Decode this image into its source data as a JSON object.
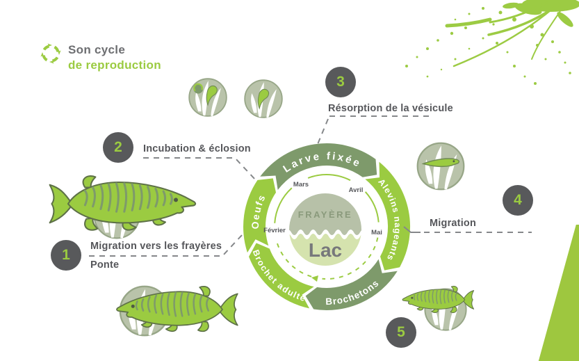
{
  "title": {
    "line1": "Son cycle",
    "line2": "de reproduction"
  },
  "cycle": {
    "segments": [
      {
        "label": "Oeufs"
      },
      {
        "label": "Larve fixée"
      },
      {
        "label": "Alevins nageants"
      },
      {
        "label": "Brochetons"
      },
      {
        "label": "Brochet adulte"
      }
    ],
    "months": [
      {
        "label": "Mars"
      },
      {
        "label": "Avril"
      },
      {
        "label": "Mai"
      },
      {
        "label": "Février"
      }
    ],
    "center": {
      "top_label": "FRAYÈRE",
      "bottom_label": "Lac"
    }
  },
  "steps": [
    {
      "number": "1",
      "label1": "Migration vers les frayères",
      "label2": "Ponte"
    },
    {
      "number": "2",
      "label1": "Incubation & éclosion"
    },
    {
      "number": "3",
      "label1": "Résorption de la vésicule"
    },
    {
      "number": "4",
      "label1": "Migration"
    },
    {
      "number": "5"
    }
  ],
  "icons": {
    "header_icon": "cycle-arrows-icon",
    "illustrations": [
      "adult-pike-top",
      "adult-pike-bottom",
      "egg-and-larva-circle",
      "larva-circle",
      "swimming-fry-circle",
      "juvenile-pike-circle"
    ],
    "decorations": [
      "paint-splatter",
      "corner-wedge"
    ]
  },
  "colors": {
    "bright_green": "#9BCB41",
    "olive_green": "#7E9A6B",
    "dark_gray": "#58595B",
    "text_gray": "#6D6E71",
    "sage_circle": "#B9C3AA",
    "center_top": "#B7C1A8",
    "center_bottom": "#D5E3AE",
    "lac_text": "#77787B"
  }
}
